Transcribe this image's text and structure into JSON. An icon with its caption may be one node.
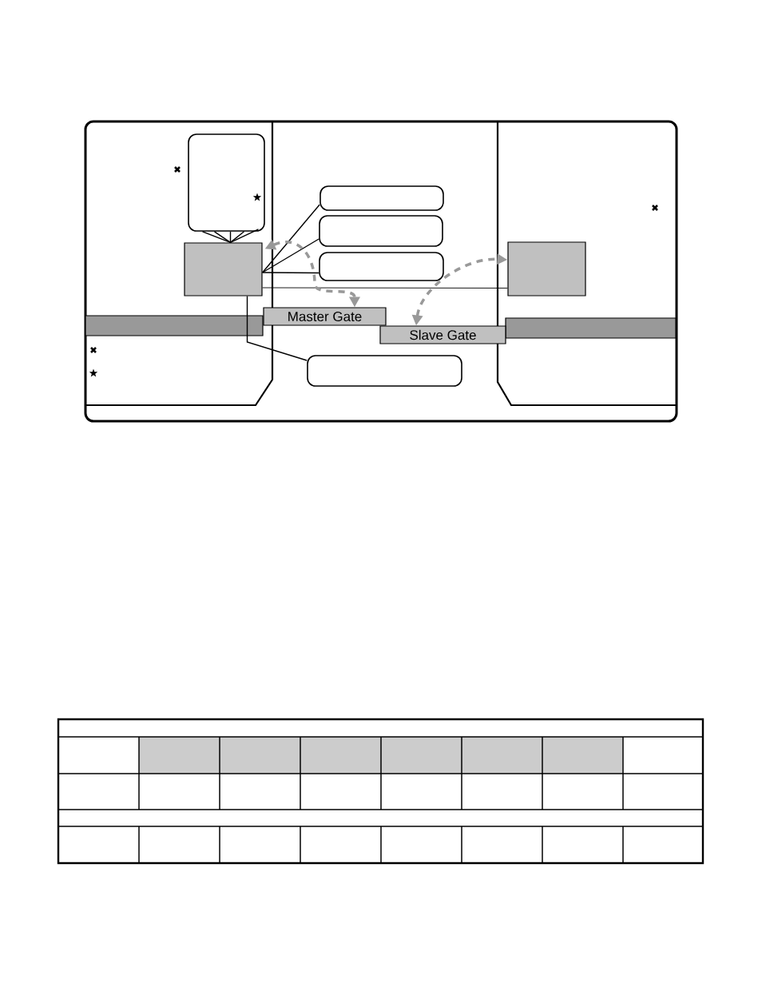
{
  "diagram": {
    "nodes": [
      {
        "text": [],
        "shape": "box"
      },
      {
        "text": [],
        "shape": "box"
      },
      {
        "text": [],
        "shape": "box"
      },
      {
        "text": [],
        "shape": "box"
      },
      {
        "text": [],
        "shape": "box"
      },
      {
        "text": [],
        "shape": "box"
      },
      {
        "text": [
          "Master Gate"
        ]
      },
      {
        "text": [
          "Slave Gate"
        ]
      },
      {
        "text": [],
        "shape": "box"
      }
    ],
    "edges": [
      {
        "from": 0,
        "to": 3,
        "arrow": "none"
      },
      {
        "from": 0,
        "to": 3,
        "arrow": "none"
      },
      {
        "from": 0,
        "to": 3,
        "arrow": "none"
      },
      {
        "from": 0,
        "to": 3,
        "arrow": "none"
      },
      {
        "from": 0,
        "to": 3,
        "arrow": "none"
      },
      {
        "from": 3,
        "to": 1,
        "arrow": "none"
      },
      {
        "from": 3,
        "to": 2,
        "arrow": "none"
      },
      {
        "from": 3,
        "to": 4,
        "arrow": "none"
      },
      {
        "from": 3,
        "to": 5,
        "arrow": "none"
      },
      {
        "from": 3,
        "to": 8,
        "arrow": "none"
      },
      {
        "from": 3,
        "to": 6,
        "arrow": "both",
        "style": "dashed",
        "color": "#999999"
      },
      {
        "from": 7,
        "to": 5,
        "arrow": "both",
        "style": "dashed",
        "color": "#999999"
      }
    ]
  }
}
